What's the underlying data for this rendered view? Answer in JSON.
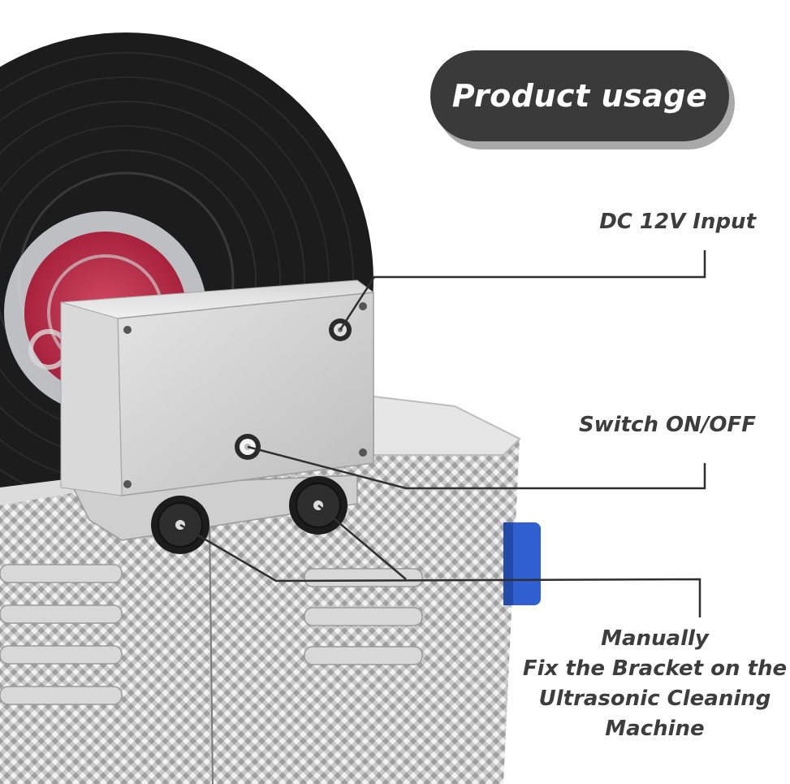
{
  "header": {
    "title": "Product usage"
  },
  "callouts": {
    "dc_input": "DC 12V Input",
    "switch": "Switch ON/OFF",
    "manual_line1": "Manually",
    "manual_line2": "Fix the Bracket on the",
    "manual_line3": "Ultrasonic Cleaning",
    "manual_line4": "Machine"
  }
}
